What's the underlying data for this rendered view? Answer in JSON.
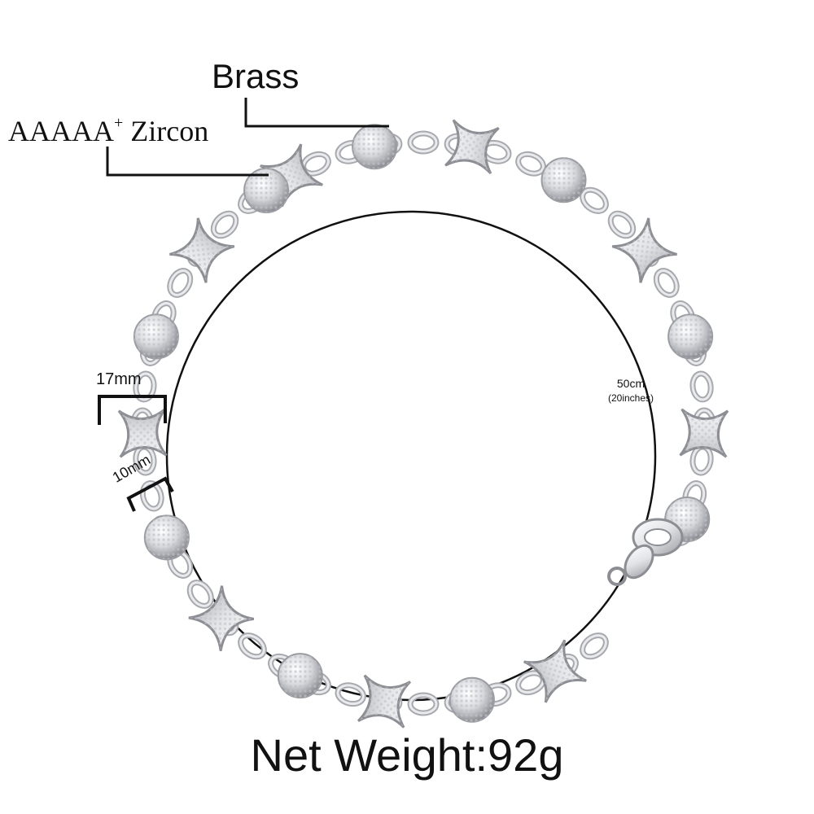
{
  "labels": {
    "material": "Brass",
    "stone_prefix": "AAAAA",
    "stone_plus": "+",
    "stone_name": "Zircon",
    "length_cm": "50cm",
    "length_in": "(20inches)",
    "star_width": "17mm",
    "ball_width": "10mm",
    "net_weight": "Net Weight:92g"
  },
  "colors": {
    "metal_light": "#f4f4f6",
    "metal_mid": "#c9cace",
    "metal_dark": "#8c8e94",
    "line": "#111111",
    "background": "#ffffff"
  }
}
